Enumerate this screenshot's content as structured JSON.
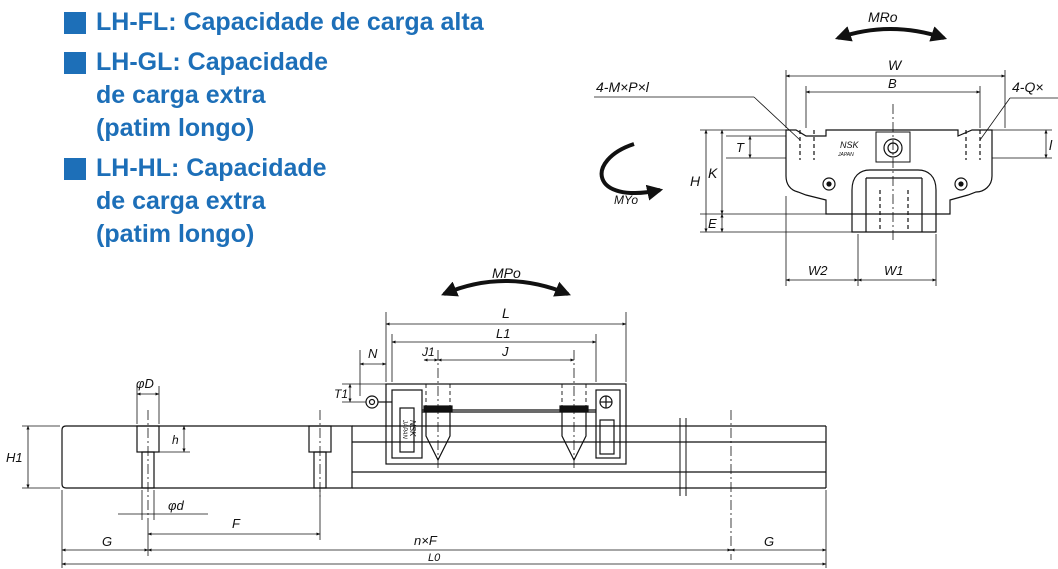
{
  "headings": [
    {
      "text": "LH-FL: Capacidade de carga alta"
    },
    {
      "text": "LH-GL: Capacidade de carga extra (patim longo)"
    },
    {
      "text": "LH-HL: Capacidade de carga extra (patim longo)"
    }
  ],
  "end_view": {
    "moment_roll": "MRo",
    "moment_yaw": "MYo",
    "width": "W",
    "b": "B",
    "mount_left": "4-M×P×l",
    "mount_right": "4-Q×",
    "l_small": "l",
    "t": "T",
    "h": "H",
    "k": "K",
    "e": "E",
    "w2": "W2",
    "w1": "W1",
    "brand": "NSK",
    "brand_sub": "JAPAN"
  },
  "side_view": {
    "moment_pitch": "MPo",
    "l": "L",
    "l1": "L1",
    "n": "N",
    "j1": "J1",
    "j": "J",
    "t1": "T1",
    "phi_d_big": "φD",
    "h_small": "h",
    "h1": "H1",
    "phi_d_small": "φd",
    "f": "F",
    "g_left": "G",
    "nf": "n×F",
    "g_right": "G",
    "l0": "L0",
    "brand": "NSK",
    "brand_sub": "JAPAN"
  }
}
